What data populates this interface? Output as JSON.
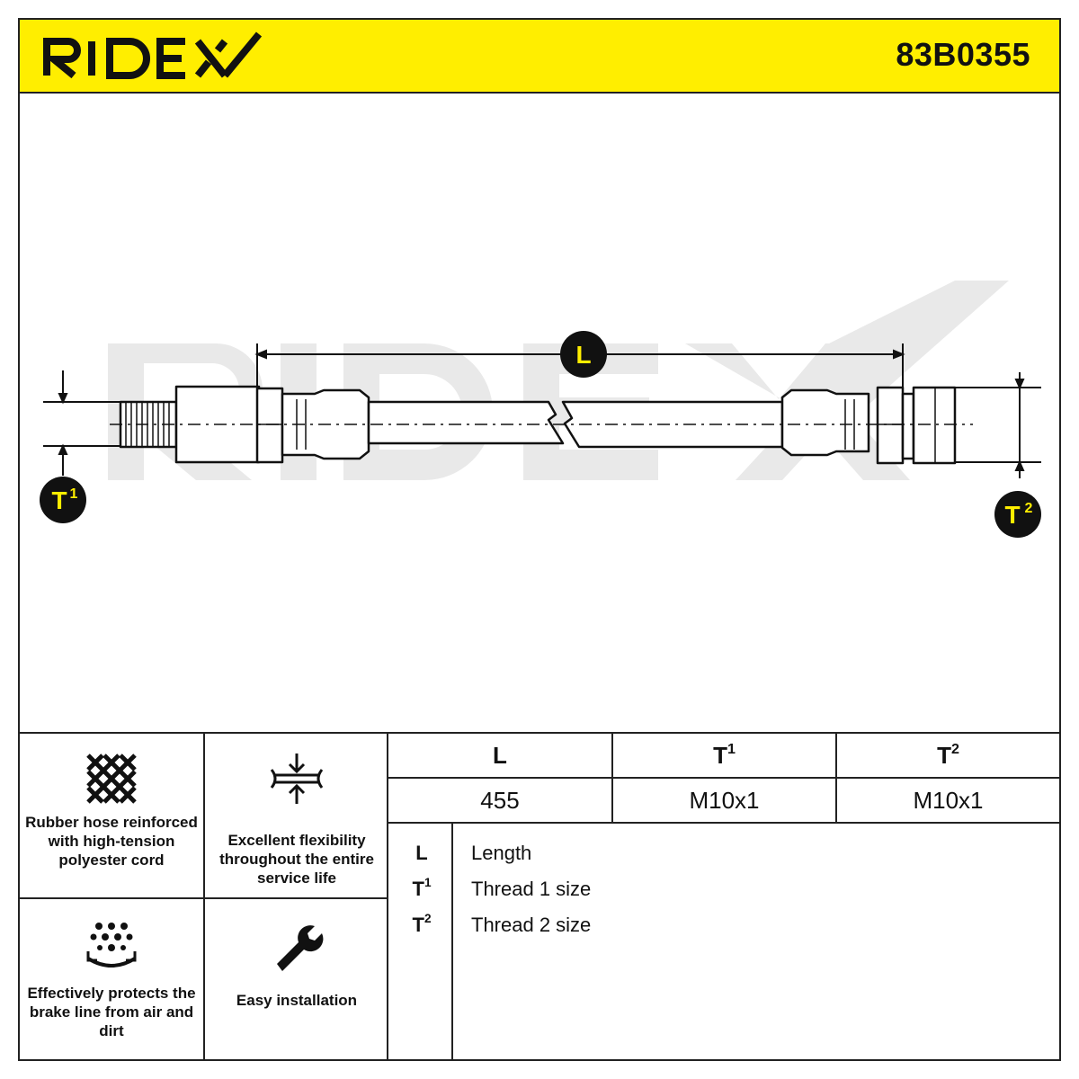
{
  "header": {
    "brand": "RIDEX",
    "part_number": "83B0355",
    "background_color": "#ffee00"
  },
  "drawing": {
    "watermark": "RIDEX",
    "labels": {
      "length": "L",
      "thread1_base": "T",
      "thread1_sup": "1",
      "thread2_base": "T",
      "thread2_sup": "2"
    }
  },
  "features": [
    {
      "icon": "crosshatch-mesh-icon",
      "text": "Rubber hose reinforced with high-tension polyester cord"
    },
    {
      "icon": "compression-arrows-icon",
      "text": "Excellent flexibility throughout the entire service life"
    },
    {
      "icon": "dust-shield-icon",
      "text": "Effectively protects the brake line from air and dirt"
    },
    {
      "icon": "wrench-icon",
      "text": "Easy installation"
    }
  ],
  "specs": {
    "columns": [
      {
        "base": "L",
        "sup": "",
        "value": "455"
      },
      {
        "base": "T",
        "sup": "1",
        "value": "M10x1"
      },
      {
        "base": "T",
        "sup": "2",
        "value": "M10x1"
      }
    ]
  },
  "legend": [
    {
      "base": "L",
      "sup": "",
      "desc": "Length"
    },
    {
      "base": "T",
      "sup": "1",
      "desc": "Thread 1 size"
    },
    {
      "base": "T",
      "sup": "2",
      "desc": "Thread 2 size"
    }
  ]
}
